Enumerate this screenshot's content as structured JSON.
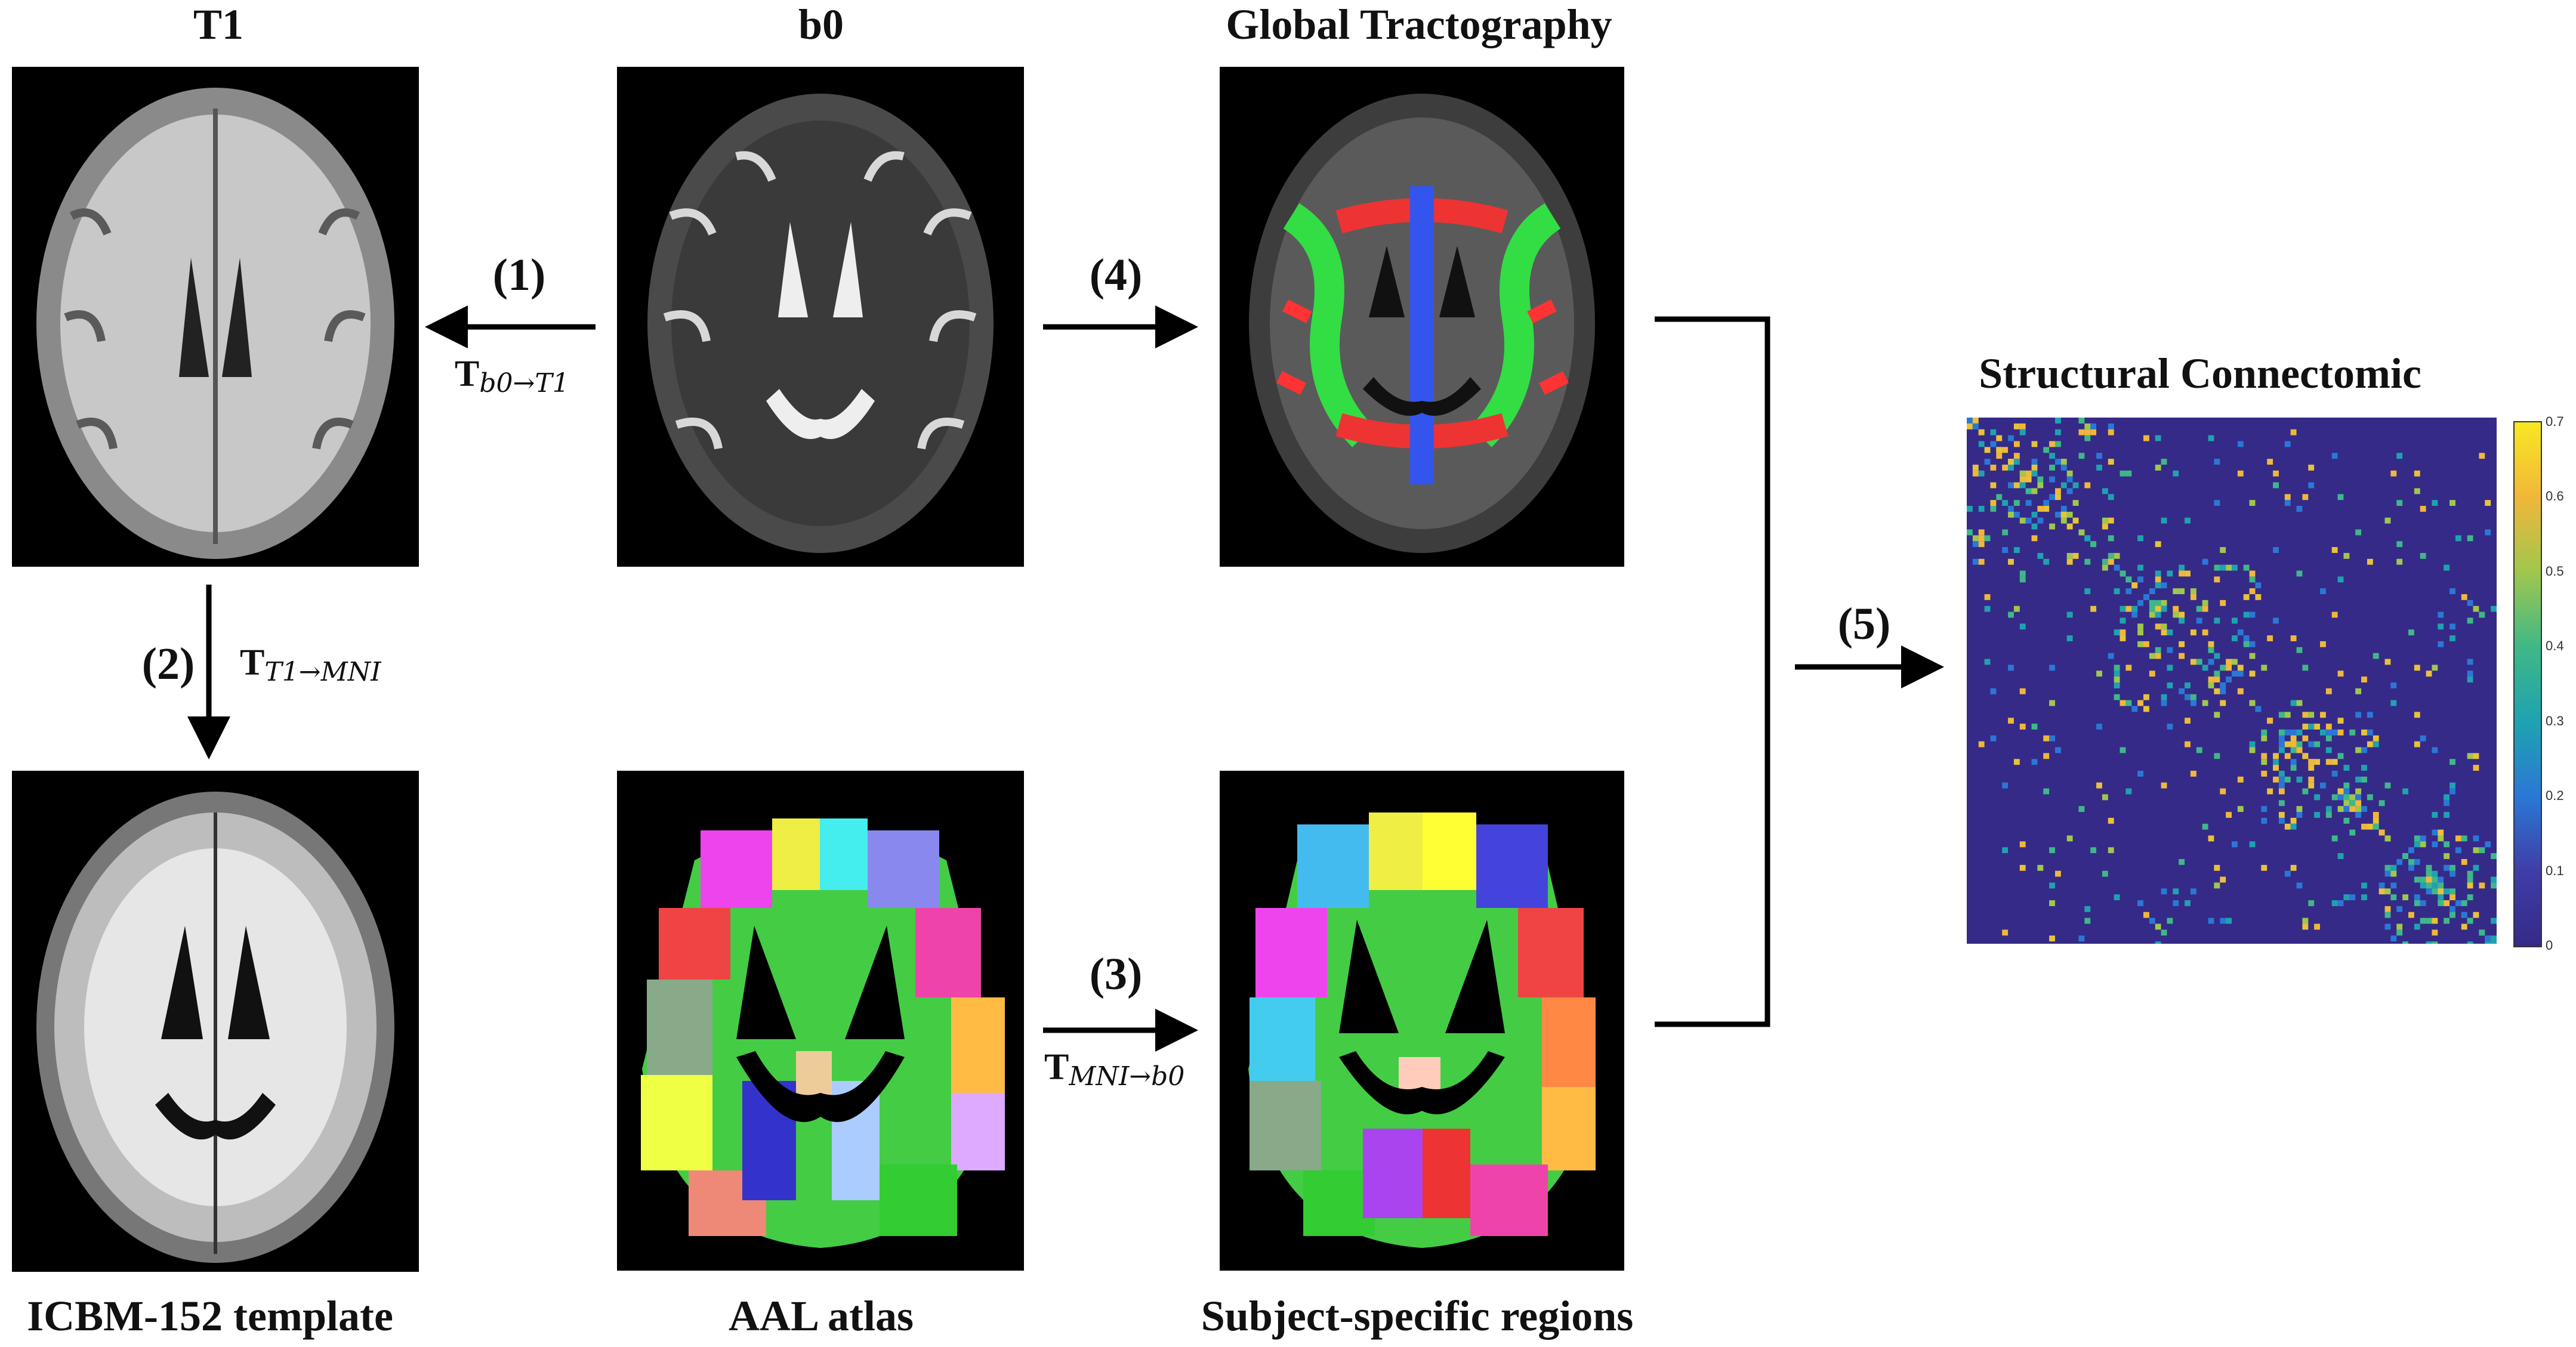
{
  "labels": {
    "t1": "T1",
    "b0": "b0",
    "global_tractography": "Global Tractography",
    "icbm": "ICBM-152 template",
    "aal": "AAL atlas",
    "subject_regions": "Subject-specific regions",
    "connectomic": "Structural Connectomic"
  },
  "steps": {
    "s1": "(1)",
    "s2": "(2)",
    "s3": "(3)",
    "s4": "(4)",
    "s5": "(5)"
  },
  "transforms": {
    "t1": {
      "base": "T",
      "sub": "b0→T1"
    },
    "t2": {
      "base": "T",
      "sub": "T1→MNI"
    },
    "t3": {
      "base": "T",
      "sub": "MNI→b0"
    }
  },
  "colorbar": {
    "ticks": [
      "0.7",
      "0.6",
      "0.5",
      "0.4",
      "0.3",
      "0.2",
      "0.1",
      "0"
    ],
    "colors": [
      "#f9e721",
      "#f0b73a",
      "#a0c74d",
      "#3fb887",
      "#1fa2b0",
      "#2a78d6",
      "#3f3da8",
      "#352a87"
    ]
  },
  "colors": {
    "matrix_background": "#352a87",
    "arrow": "#000000"
  }
}
